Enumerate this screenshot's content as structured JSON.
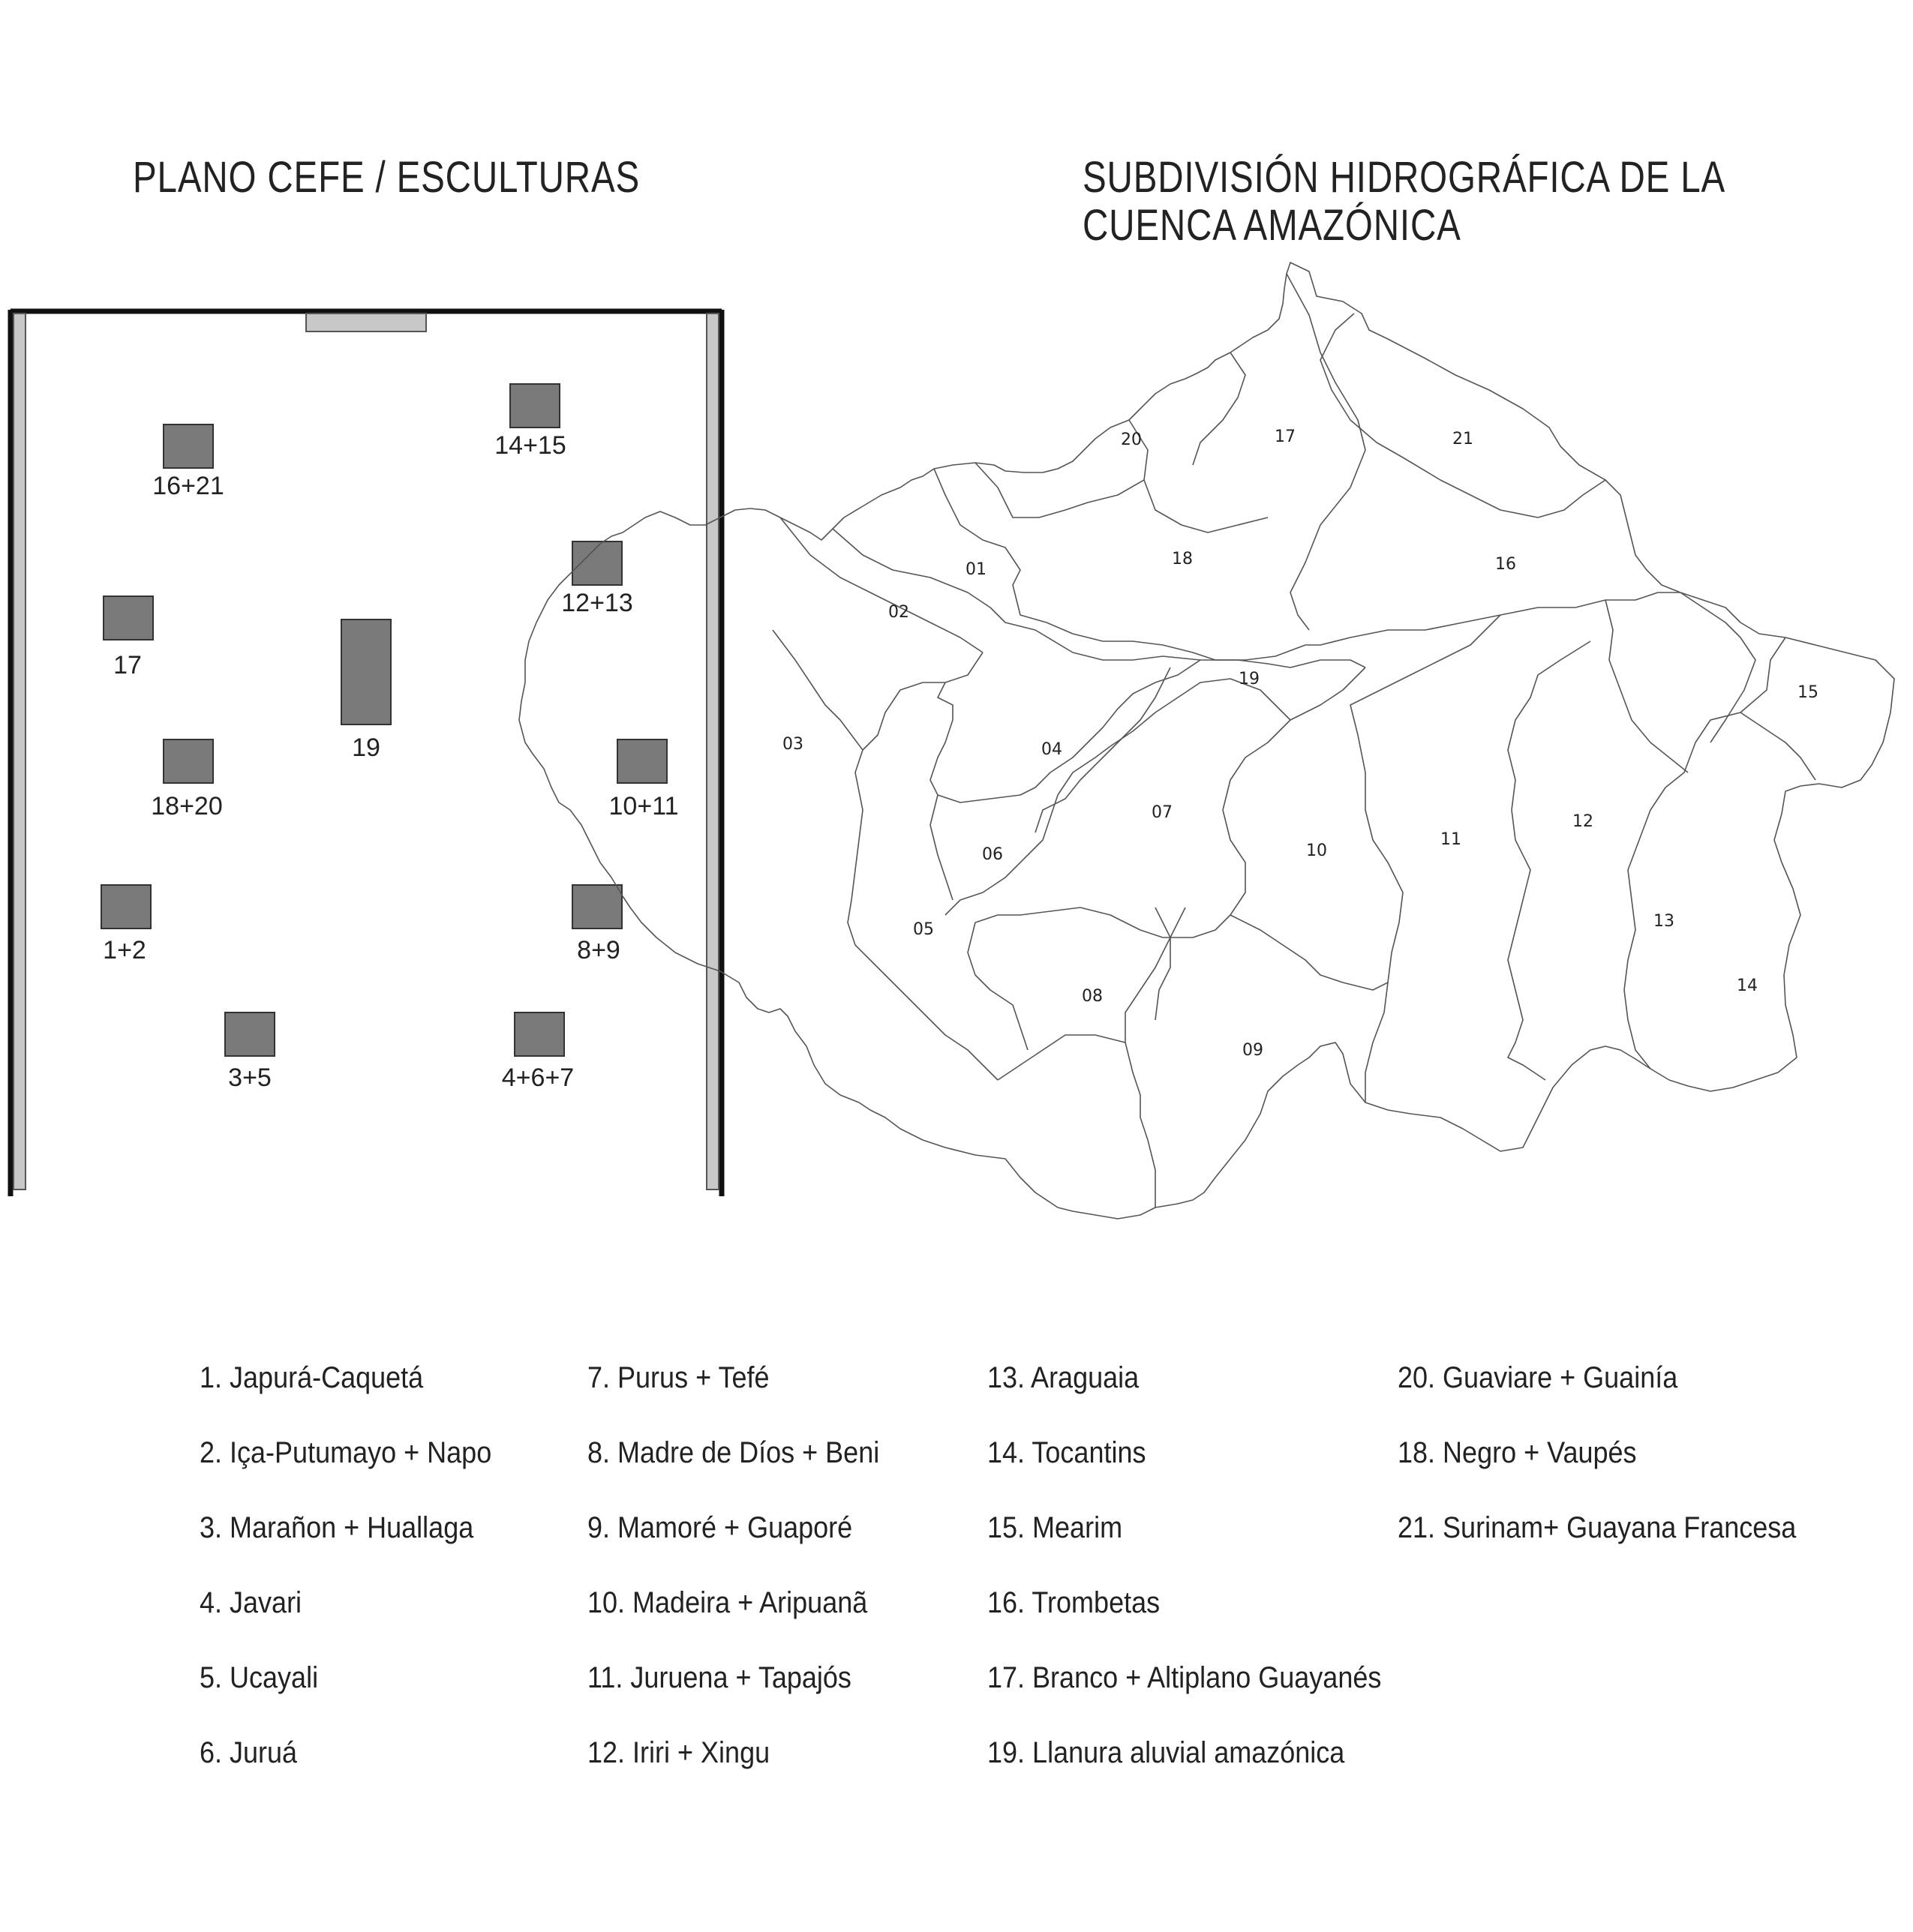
{
  "plan": {
    "title": "PLANO CEFE / ESCULTURAS",
    "sculptures": [
      {
        "label": "16+21"
      },
      {
        "label": "14+15"
      },
      {
        "label": "12+13"
      },
      {
        "label": "17"
      },
      {
        "label": "19"
      },
      {
        "label": "18+20"
      },
      {
        "label": "10+11"
      },
      {
        "label": "1+2"
      },
      {
        "label": "8+9"
      },
      {
        "label": "3+5"
      },
      {
        "label": "4+6+7"
      }
    ]
  },
  "map": {
    "title_line1": "SUBDIVISIÓN HIDROGRÁFICA DE LA",
    "title_line2": "CUENCA AMAZÓNICA",
    "regions": [
      "01",
      "02",
      "03",
      "04",
      "05",
      "06",
      "07",
      "08",
      "09",
      "10",
      "11",
      "12",
      "13",
      "14",
      "15",
      "16",
      "17",
      "18",
      "19",
      "20",
      "21"
    ]
  },
  "legend": {
    "col1": [
      "1. Japurá-Caquetá",
      "2. Içа-Putumayo + Napo",
      "3. Marañon + Huallaga",
      "4. Javari",
      "5. Ucayali",
      "6. Juruá"
    ],
    "col2": [
      "7. Purus + Tefé",
      "8. Madre de Díos + Beni",
      "9. Mamoré + Guaporé",
      "10. Madeira + Aripuanã",
      "11. Juruena + Tapajós",
      "12. Iriri + Xingu"
    ],
    "col3": [
      "13. Araguaia",
      "14. Tocantins",
      "15. Mearim",
      "16. Trombetas",
      "17. Branco + Altiplano Guayanés",
      "19. Llanura aluvial amazónica"
    ],
    "col4": [
      "20. Guaviare + Guainía",
      "18. Negro + Vaupés",
      "21. Surinam+ Guayana Francesa"
    ]
  }
}
